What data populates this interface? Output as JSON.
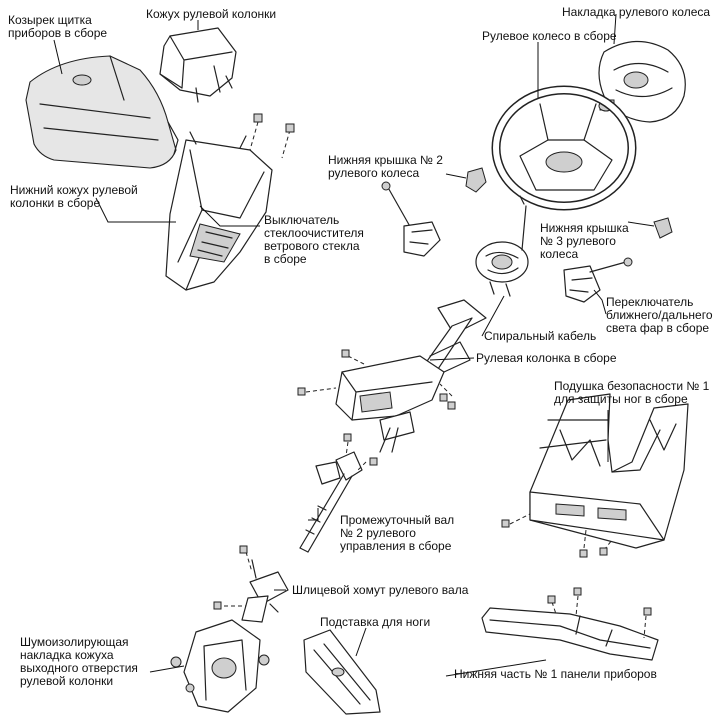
{
  "labels": {
    "instrument_visor": "Козырек щитка\nприборов в сборе",
    "column_cover": "Кожух рулевой колонки",
    "lower_column_cover": "Нижний кожух рулевой\nколонки в сборе",
    "wiper_switch": "Выключатель\nстеклоочистителя\nветрового стекла\nв сборе",
    "lower_cover_no2": "Нижняя крышка № 2\nрулевого колеса",
    "steering_wheel_pad": "Накладка рулевого колеса",
    "steering_wheel": "Рулевое колесо в сборе",
    "lower_cover_no3": "Нижняя крышка\n№ 3 рулевого\nколеса",
    "headlight_switch": "Переключатель\nближнего/дальнего\nсвета фар в сборе",
    "spiral_cable": "Спиральный кабель",
    "steering_column": "Рулевая колонка в сборе",
    "knee_airbag": "Подушка безопасности № 1\nдля защиты ног в сборе",
    "intermediate_shaft": "Промежуточный вал\n№ 2 рулевого\nуправления в сборе",
    "spline_clamp": "Шлицевой хомут рулевого вала",
    "foot_rest": "Подставка для ноги",
    "hole_cover": "Шумоизолирующая\nнакладка кожуха\nвыходного отверстия\nрулевой колонки",
    "lower_panel": "Нижняя часть № 1 панели приборов"
  }
}
